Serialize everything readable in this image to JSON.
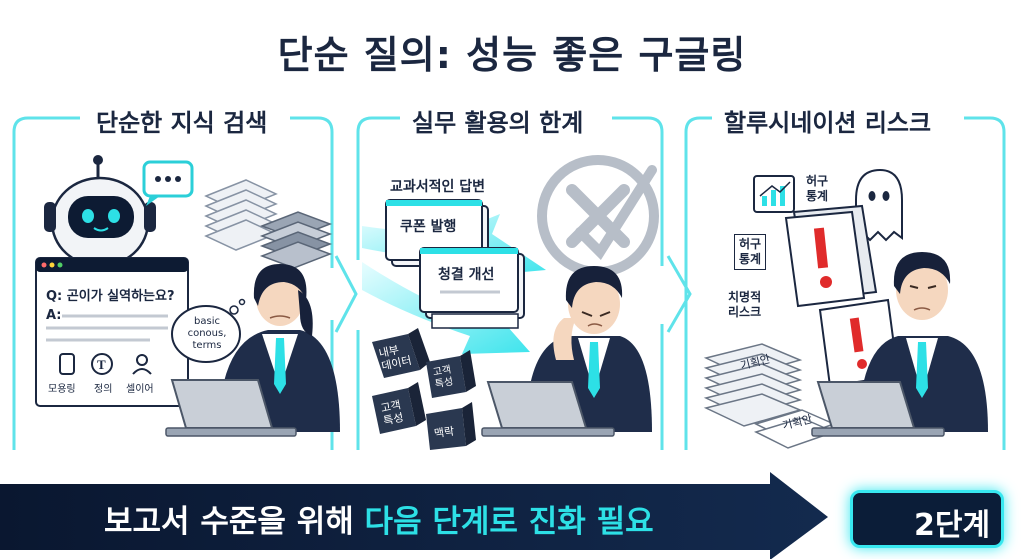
{
  "title": "단순 질의: 성능 좋은 구글링",
  "panels": [
    {
      "label": "단순한 지식 검색",
      "chat_question": "Q: 곤이가 실역하는요?",
      "chat_answer_label": "A:",
      "thought_bubble": "basic\nconous,\nterms",
      "icons": [
        "모용링",
        "정의",
        "셀이어"
      ]
    },
    {
      "label": "실무 활용의 한계",
      "heading": "교과서적인 답변",
      "cards": [
        "쿠폰 발행",
        "청결 개선"
      ],
      "cubes": [
        "내부\n데이터",
        "고객\n특성",
        "고객\n특성",
        "맥락"
      ]
    },
    {
      "label": "할루시네이션 리스크",
      "tags": [
        "허구\n통계",
        "허구\n통계",
        "치명적\n리스크"
      ],
      "stack_labels": [
        "기획안",
        "기획안"
      ]
    }
  ],
  "banner": {
    "text_white": "보고서 수준을 위해",
    "text_highlight": "다음 단계로 진화 필요"
  },
  "stage_button": "2단계",
  "colors": {
    "accent": "#2de0e6",
    "navy": "#0b1d38",
    "frame": "#5fe3ea",
    "alert": "#e02b2b"
  }
}
